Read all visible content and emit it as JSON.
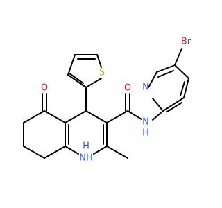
{
  "atoms": {
    "oxygen": {
      "label": "O",
      "color": "#ff0d0d"
    },
    "sulfur": {
      "label": "S",
      "color": "#b8b800"
    },
    "nitrogen_pyridine": {
      "label": "N",
      "color": "#3050f8"
    },
    "bromine": {
      "label": "Br",
      "color": "#a62929"
    },
    "oxygen_amide": {
      "label": "O",
      "color": "#ff0d0d"
    },
    "nh_amide": {
      "label": "N",
      "color": "#3050f8"
    },
    "h_amide": {
      "label": "H",
      "color": "#3050f8"
    },
    "nh_ring": {
      "label": "NH",
      "color": "#3050f8"
    },
    "h_ring": {
      "label": "H",
      "color": "#3050f8"
    }
  }
}
